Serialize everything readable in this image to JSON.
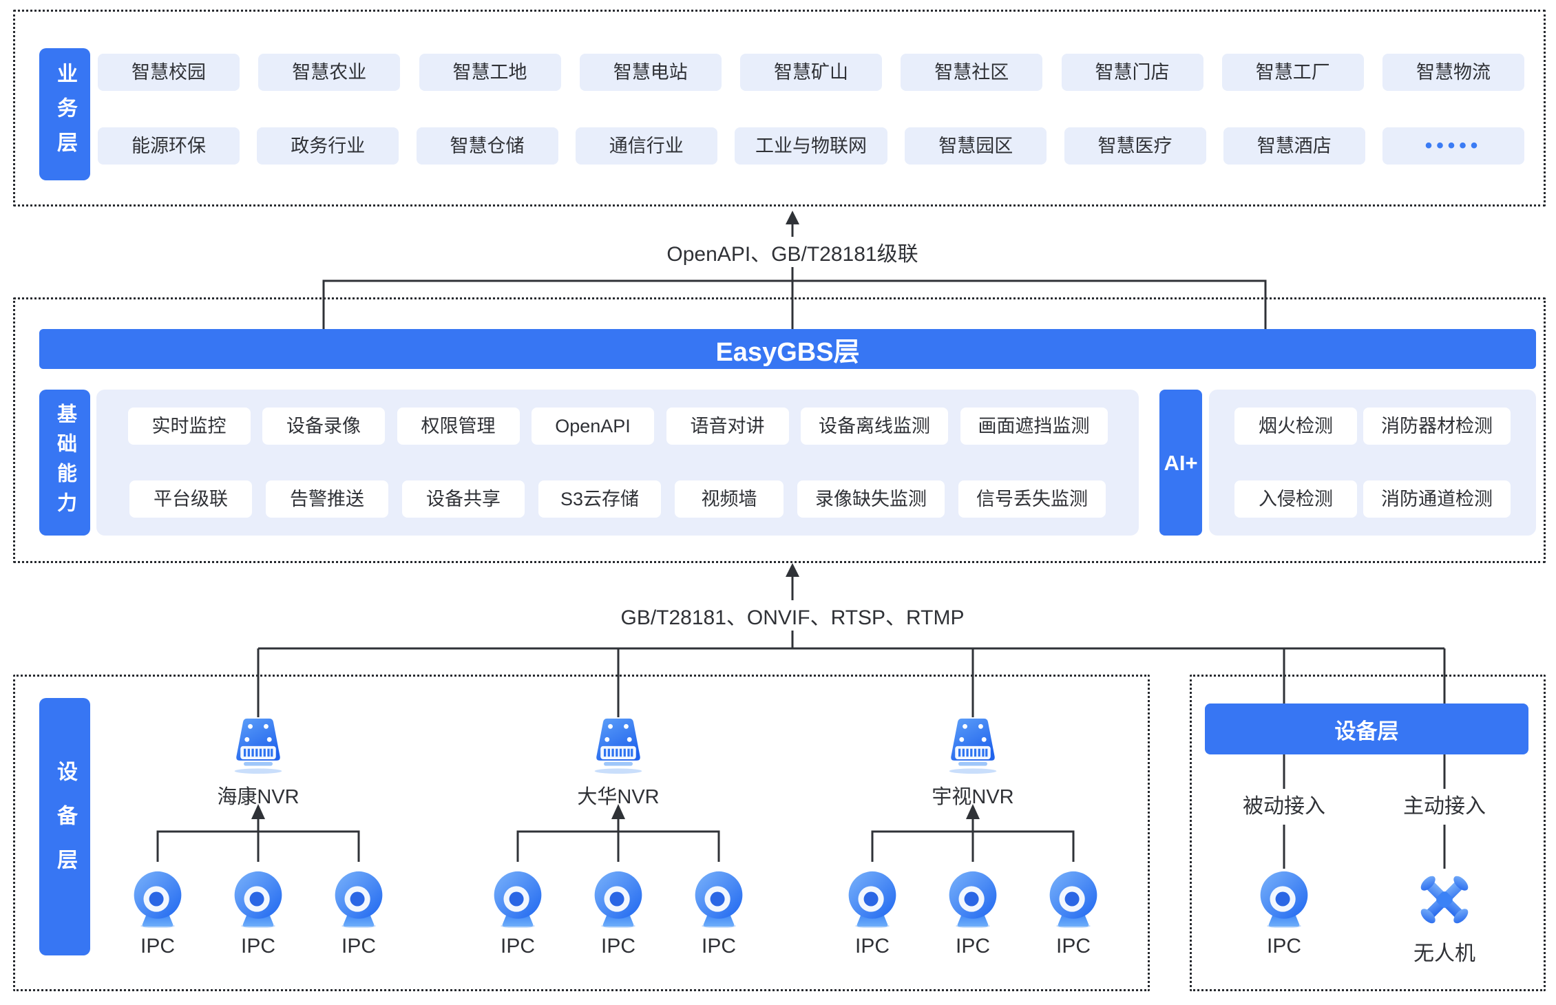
{
  "colors": {
    "primary": "#3776F3",
    "chip_bg": "#E8EEFB",
    "panel_bg": "#E9EEFB",
    "line": "#2F3237",
    "text": "#2F3136",
    "dots_accent": "#3A7BF4"
  },
  "business_layer": {
    "label": "业务层",
    "row1": [
      "智慧校园",
      "智慧农业",
      "智慧工地",
      "智慧电站",
      "智慧矿山",
      "智慧社区",
      "智慧门店",
      "智慧工厂",
      "智慧物流"
    ],
    "row2": [
      "能源环保",
      "政务行业",
      "智慧仓储",
      "通信行业",
      "工业与物联网",
      "智慧园区",
      "智慧医疗",
      "智慧酒店",
      "•••••"
    ]
  },
  "connectors": {
    "top_label": "OpenAPI、GB/T28181级联",
    "bottom_label": "GB/T28181、ONVIF、RTSP、RTMP"
  },
  "easygbs_layer": {
    "title": "EasyGBS层",
    "capability": {
      "label": "基础能力",
      "row1": [
        "实时监控",
        "设备录像",
        "权限管理",
        "OpenAPI",
        "语音对讲",
        "设备离线监测",
        "画面遮挡监测"
      ],
      "row2": [
        "平台级联",
        "告警推送",
        "设备共享",
        "S3云存储",
        "视频墙",
        "录像缺失监测",
        "信号丢失监测"
      ]
    },
    "ai": {
      "label": "AI+",
      "row1": [
        "烟火检测",
        "消防器材检测"
      ],
      "row2": [
        "入侵检测",
        "消防通道检测"
      ]
    }
  },
  "device_layer": {
    "label": "设备层",
    "groups": [
      {
        "name": "海康NVR",
        "cameras": [
          "IPC",
          "IPC",
          "IPC"
        ]
      },
      {
        "name": "大华NVR",
        "cameras": [
          "IPC",
          "IPC",
          "IPC"
        ]
      },
      {
        "name": "宇视NVR",
        "cameras": [
          "IPC",
          "IPC",
          "IPC"
        ]
      }
    ],
    "right": {
      "header": "设备层",
      "modes": [
        {
          "label": "被动接入",
          "device": "IPC"
        },
        {
          "label": "主动接入",
          "device": "无人机"
        }
      ]
    }
  }
}
